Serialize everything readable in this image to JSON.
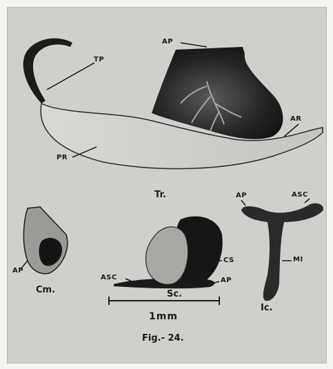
{
  "figure": {
    "caption": "Fig.- 24.",
    "scale_bar": "1mm",
    "specimens": {
      "tr": "Tr.",
      "cm": "Cm.",
      "sc": "Sc.",
      "ic": "Ic."
    },
    "labels": {
      "tr_ap": "AP",
      "tr_tp": "TP",
      "tr_ar": "AR",
      "tr_pr": "PR",
      "cm_ap": "AP",
      "sc_asc": "ASC",
      "sc_cs": "CS",
      "sc_ap": "AP",
      "ic_ap": "AP",
      "ic_asc": "ASC",
      "ic_mi": "MI"
    }
  }
}
